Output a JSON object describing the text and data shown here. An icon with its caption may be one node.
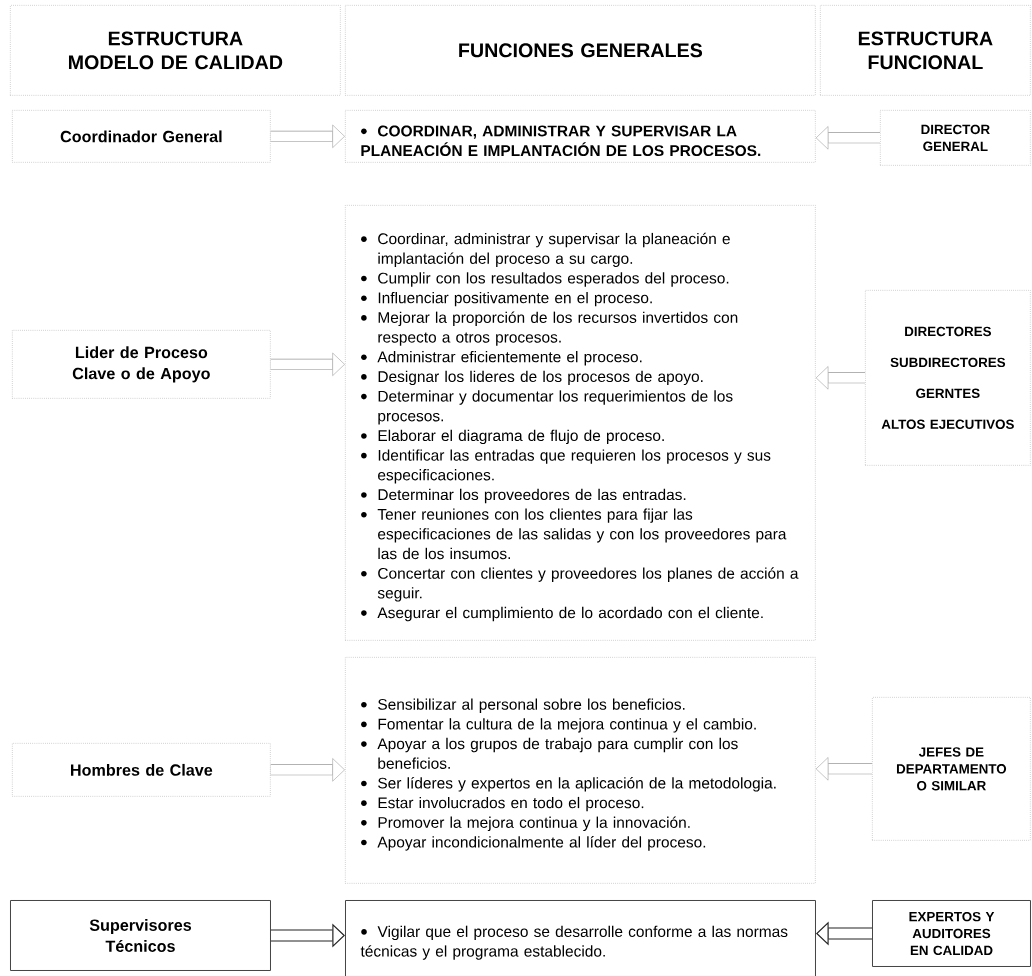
{
  "diagram": {
    "nodes": [
      {
        "text": [
          "ESTRUCTURA MODELO DE CALIDAD"
        ]
      },
      {
        "text": [
          "FUNCIONES GENERALES"
        ]
      },
      {
        "text": [
          "ESTRUCTURA FUNCIONAL"
        ]
      },
      {
        "text": [
          "Coordinador General"
        ]
      },
      {
        "text": [
          "COORDINAR, ADMINISTRAR Y SUPERVISAR LA PLANEACIÓN E IMPLANTACIÓN DE LOS PROCESOS."
        ]
      },
      {
        "text": [
          "DIRECTOR GENERAL"
        ]
      },
      {
        "text": [
          "Lider de Proceso Clave o de Apoyo"
        ]
      },
      {
        "text": [
          "Coordinar, administrar y supervisar la planeación e implantación del proceso a su cargo.",
          "Cumplir con los resultados esperados del proceso.",
          "Influenciar positivamente en el proceso.",
          "Mejorar la proporción de los recursos invertidos con respecto a otros procesos.",
          "Administrar eficientemente el proceso.",
          "Designar los lideres de los procesos de apoyo.",
          "Determinar y documentar los requerimientos de los procesos.",
          "Elaborar el diagrama de flujo de proceso.",
          "Identificar las entradas que requieren los procesos y sus especificaciones.",
          "Determinar los proveedores de las entradas.",
          "Tener reuniones con los clientes para fijar las especificaciones de las salidas y con los proveedores para las de los insumos.",
          "Concertar con clientes y proveedores los planes de acción a seguir.",
          "Asegurar el cumplimiento de lo acordado con el cliente."
        ]
      },
      {
        "text": [
          "DIRECTORES",
          "SUBDIRECTORES",
          "GERNTES",
          "ALTOS EJECUTIVOS"
        ]
      },
      {
        "text": [
          "Hombres de Clave"
        ]
      },
      {
        "text": [
          "Sensibilizar al personal sobre los beneficios.",
          "Fomentar la cultura de la mejora continua y el cambio.",
          "Apoyar a los grupos de trabajo para cumplir con los beneficios.",
          "Ser líderes y expertos en la aplicación de la metodologia.",
          "Estar involucrados en todo el proceso.",
          "Promover la mejora continua y la innovación.",
          "Apoyar incondicionalmente al líder del proceso."
        ]
      },
      {
        "text": [
          "JEFES DE DEPARTAMENTO O SIMILAR"
        ]
      },
      {
        "text": [
          "**Supervisores** Técnicos"
        ]
      },
      {
        "text": [
          "Vigilar que el proceso se desarrolle conforme a las normas técnicas y el programa establecido."
        ]
      },
      {
        "text": [
          "EXPERTOS Y AUDITORES EN CALIDAD"
        ]
      }
    ],
    "edges": [
      {
        "from": 3,
        "to": 4,
        "arrow": "to"
      },
      {
        "from": 5,
        "to": 4,
        "arrow": "to"
      },
      {
        "from": 6,
        "to": 7,
        "arrow": "to"
      },
      {
        "from": 8,
        "to": 7,
        "arrow": "to"
      },
      {
        "from": 9,
        "to": 10,
        "arrow": "to"
      },
      {
        "from": 11,
        "to": 10,
        "arrow": "to"
      },
      {
        "from": 12,
        "to": 13,
        "arrow": "to",
        "color": "#222222"
      },
      {
        "from": 14,
        "to": 13,
        "arrow": "to",
        "color": "#222222"
      }
    ]
  }
}
